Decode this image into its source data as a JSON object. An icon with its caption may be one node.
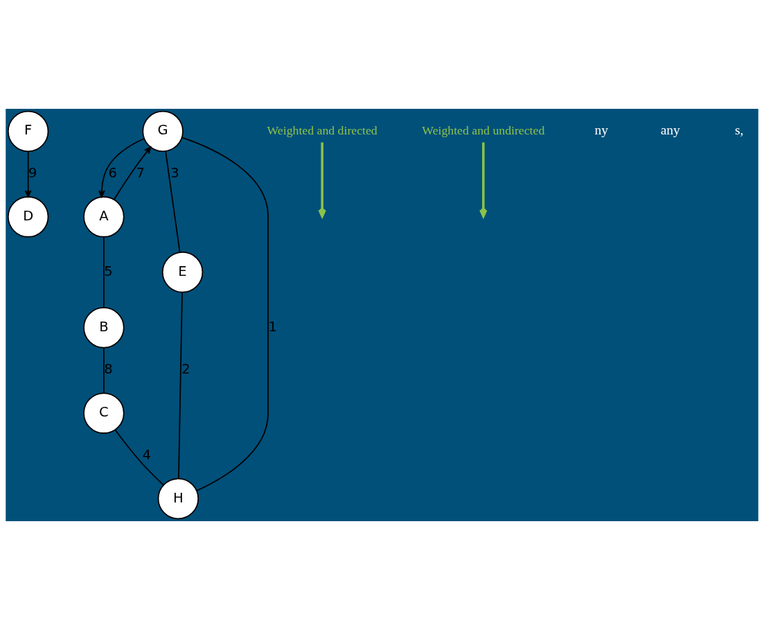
{
  "diagram": {
    "nodes": [
      {
        "text": [
          "D"
        ]
      },
      {
        "text": [
          "F"
        ]
      },
      {
        "text": [
          "B"
        ]
      },
      {
        "text": [
          "C"
        ]
      },
      {
        "text": [
          "A"
        ]
      },
      {
        "text": [
          "E"
        ]
      },
      {
        "text": [
          "G"
        ]
      },
      {
        "text": [
          "H"
        ]
      },
      {
        "text": [
          "Weighted and directed"
        ]
      },
      {
        "text": [
          "Weighted and undirected"
        ]
      }
    ],
    "edges": [
      {
        "from": 1,
        "to": 0,
        "arrow": "to",
        "label": "9"
      },
      {
        "from": 4,
        "to": 2,
        "arrow": "none",
        "label": "5"
      },
      {
        "from": 2,
        "to": 3,
        "arrow": "none",
        "label": "8"
      },
      {
        "from": 4,
        "to": 6,
        "arrow": "to",
        "label": "7"
      },
      {
        "from": 6,
        "to": 4,
        "arrow": "to",
        "label": "6"
      },
      {
        "from": 6,
        "to": 5,
        "arrow": "none",
        "label": "3"
      },
      {
        "from": 5,
        "to": 7,
        "arrow": "none",
        "label": "2"
      },
      {
        "from": 3,
        "to": 7,
        "arrow": "none",
        "label": "4"
      },
      {
        "from": 6,
        "to": 7,
        "arrow": "none",
        "label": "1"
      },
      {
        "from": 8,
        "to": null,
        "arrow": "to",
        "style": "thick",
        "color": "#8bc34a"
      },
      {
        "from": 9,
        "to": null,
        "arrow": "to",
        "style": "thick",
        "color": "#8bc34a"
      }
    ],
    "labels": [
      "ny",
      "any",
      "s,"
    ]
  }
}
